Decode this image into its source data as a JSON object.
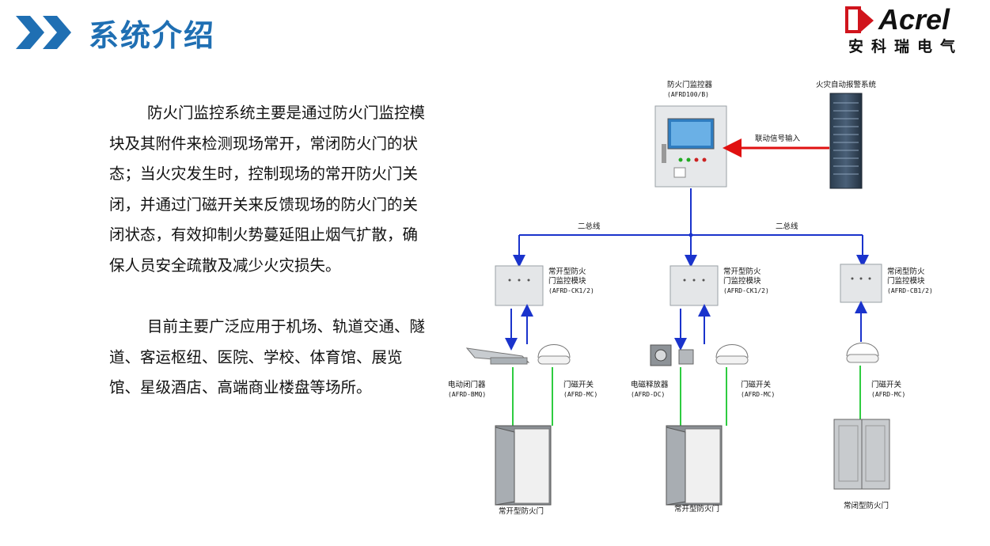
{
  "header": {
    "title": "系统介绍",
    "logo_text": "Acrel",
    "logo_subtitle": "安科瑞电气"
  },
  "intro": {
    "p1": "防火门监控系统主要是通过防火门监控模块及其附件来检测现场常开，常闭防火门的状态；当火灾发生时，控制现场的常开防火门关闭，并通过门磁开关来反馈现场的防火门的关闭状态，有效抑制火势蔓延阻止烟气扩散，确保人员安全疏散及减少火灾损失。",
    "p2": "目前主要广泛应用于机场、轨道交通、隧道、客运枢纽、医院、学校、体育馆、展览馆、星级酒店、高端商业楼盘等场所。"
  },
  "diagram": {
    "controller": {
      "name": "防火门监控器",
      "model": "(AFRD100/B)"
    },
    "fire_alarm": {
      "name": "火灾自动报警系统"
    },
    "link_signal": "联动信号输入",
    "bus_left": "二总线",
    "bus_right": "二总线",
    "module1": {
      "name_l1": "常开型防火",
      "name_l2": "门监控模块",
      "model": "(AFRD-CK1/2)"
    },
    "module2": {
      "name_l1": "常开型防火",
      "name_l2": "门监控模块",
      "model": "(AFRD-CK1/2)"
    },
    "module3": {
      "name_l1": "常闭型防火",
      "name_l2": "门监控模块",
      "model": "(AFRD-CB1/2)"
    },
    "closer": {
      "name": "电动闭门器",
      "model": "(AFRD-BMQ)"
    },
    "switch1": {
      "name": "门磁开关",
      "model": "(AFRD-MC)"
    },
    "releaser": {
      "name": "电磁释放器",
      "model": "(AFRD-DC)"
    },
    "switch2": {
      "name": "门磁开关",
      "model": "(AFRD-MC)"
    },
    "switch3": {
      "name": "门磁开关",
      "model": "(AFRD-MC)"
    },
    "door1": "常开型防火门",
    "door2": "常开型防火门",
    "door3": "常闭型防火门"
  },
  "colors": {
    "title_blue": "#1f6fb3",
    "chevron_blue": "#1f6fb3",
    "bus_line": "#1a33cc",
    "signal_arrow": "#e01010",
    "door_wire": "#2ecc40",
    "logo_red": "#d0141c"
  }
}
